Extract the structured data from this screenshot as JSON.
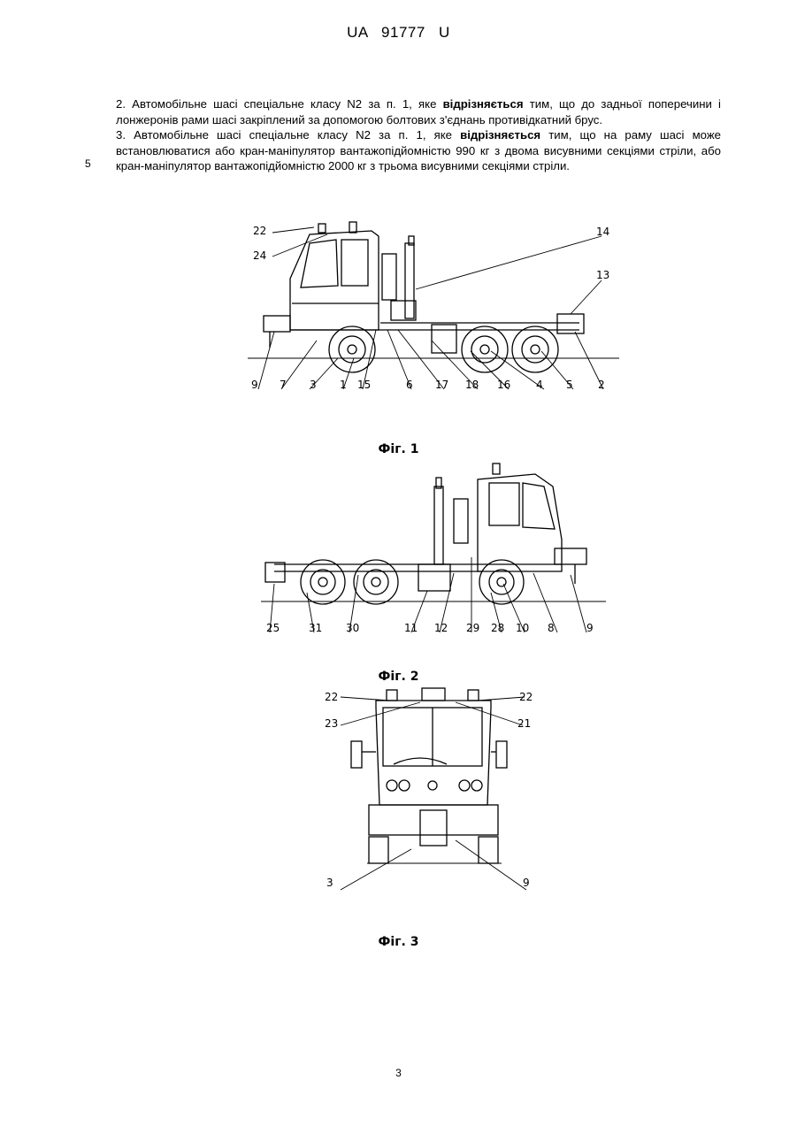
{
  "header": {
    "patent_number": "UA 91777 U"
  },
  "claims": {
    "claim2": {
      "prefix": "2. Автомобільне шасі спеціальне класу N2 за п. 1, яке ",
      "bold": "відрізняється",
      "suffix": " тим, що до задньої поперечини і лонжеронів рами шасі закріплений за допомогою болтових з'єднань противідкатний брус."
    },
    "claim3": {
      "prefix": "3. Автомобільне шасі спеціальне класу N2 за п. 1, яке ",
      "bold": "відрізняється",
      "suffix": " тим, що на раму шасі може встановлюватися або кран-маніпулятор вантажопідйомністю 990 кг з двома висувними секціями стріли, або кран-маніпулятор вантажопідйомністю 2000 кг з трьома висувними секціями стріли."
    },
    "line_number": "5"
  },
  "figures": [
    {
      "caption": "Фіг. 1",
      "labels": [
        "22",
        "24",
        "14",
        "13",
        "9",
        "7",
        "3",
        "1",
        "15",
        "6",
        "17",
        "18",
        "16",
        "4",
        "5",
        "2"
      ]
    },
    {
      "caption": "Фіг. 2",
      "labels": [
        "25",
        "31",
        "30",
        "11",
        "12",
        "29",
        "28",
        "10",
        "8",
        "9"
      ]
    },
    {
      "caption": "Фіг. 3",
      "labels": [
        "22",
        "23",
        "22",
        "21",
        "3",
        "9"
      ]
    }
  ],
  "page_number": "3"
}
